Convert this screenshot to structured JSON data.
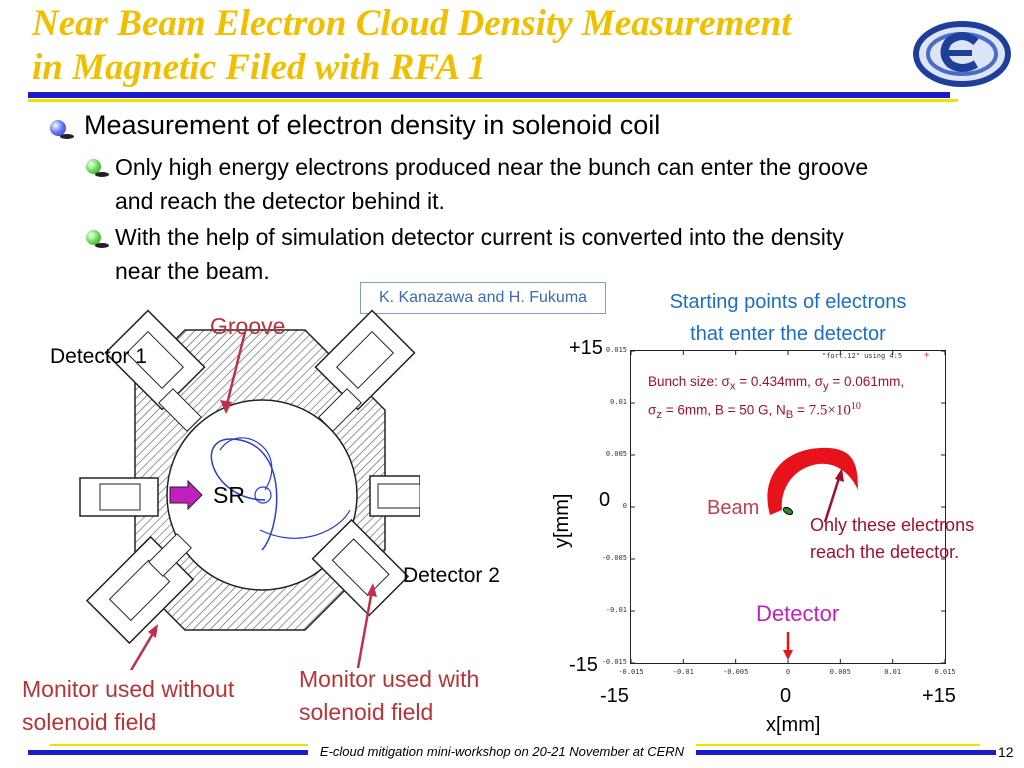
{
  "header": {
    "title_line1": "Near Beam Electron Cloud Density Measurement",
    "title_line2": "in Magnetic Filed with RFA 1"
  },
  "bullets": {
    "main": "Measurement of electron density in solenoid coil",
    "sub1_line1": "Only high energy electrons produced near the bunch can enter the groove",
    "sub1_line2": "and reach the detector behind it.",
    "sub2_line1": "With the help of simulation detector current is converted into the density",
    "sub2_line2": "near the beam."
  },
  "credit": "K. Kanazawa and H. Fukuma",
  "diagram": {
    "groove": "Groove",
    "detector1": "Detector 1",
    "detector2": "Detector 2",
    "sr": "SR",
    "monitor_without_l1": "Monitor used without",
    "monitor_without_l2": "solenoid field",
    "monitor_with_l1": "Monitor used with",
    "monitor_with_l2": "solenoid field"
  },
  "plot": {
    "caption_l1": "Starting points of electrons",
    "caption_l2": "that enter the detector",
    "legend": "\"fort.12\" using 4:5",
    "bunch_size_prefix": "Bunch size: ",
    "sigma": "σ",
    "sx_sub": "x",
    "sx_val": " = 0.434mm, ",
    "sy_sub": "y",
    "sy_val": " = 0.061mm,",
    "sz_sub": "z",
    "sz_val": " = 6mm, B = 50 G, N",
    "nb_sub": "B",
    "nb_eq": " = ",
    "nb_val": "7.5×10",
    "nb_exp": "10",
    "beam": "Beam",
    "only_l1": "Only these electrons",
    "only_l2": "reach the detector.",
    "detector": "Detector",
    "ylabel": "y[mm]",
    "xlabel": "x[mm]",
    "y_top": "+15",
    "y_mid": "0",
    "y_bot": "-15",
    "x_left": "-15",
    "x_mid": "0",
    "x_right": "+15",
    "ticks_y": [
      "0.015",
      "0.01",
      "0.005",
      "0",
      "-0.005",
      "-0.01",
      "-0.015"
    ],
    "ticks_x": [
      "-0.015",
      "-0.01",
      "-0.005",
      "0",
      "0.005",
      "0.01",
      "0.015"
    ]
  },
  "footer": {
    "text": "E-cloud mitigation mini-workshop on 20-21 November at CERN",
    "page": "12"
  },
  "colors": {
    "title": "#f0c000",
    "rule": "#1a1ad0",
    "accent_red": "#b5343a",
    "detector": "#c020c0"
  }
}
